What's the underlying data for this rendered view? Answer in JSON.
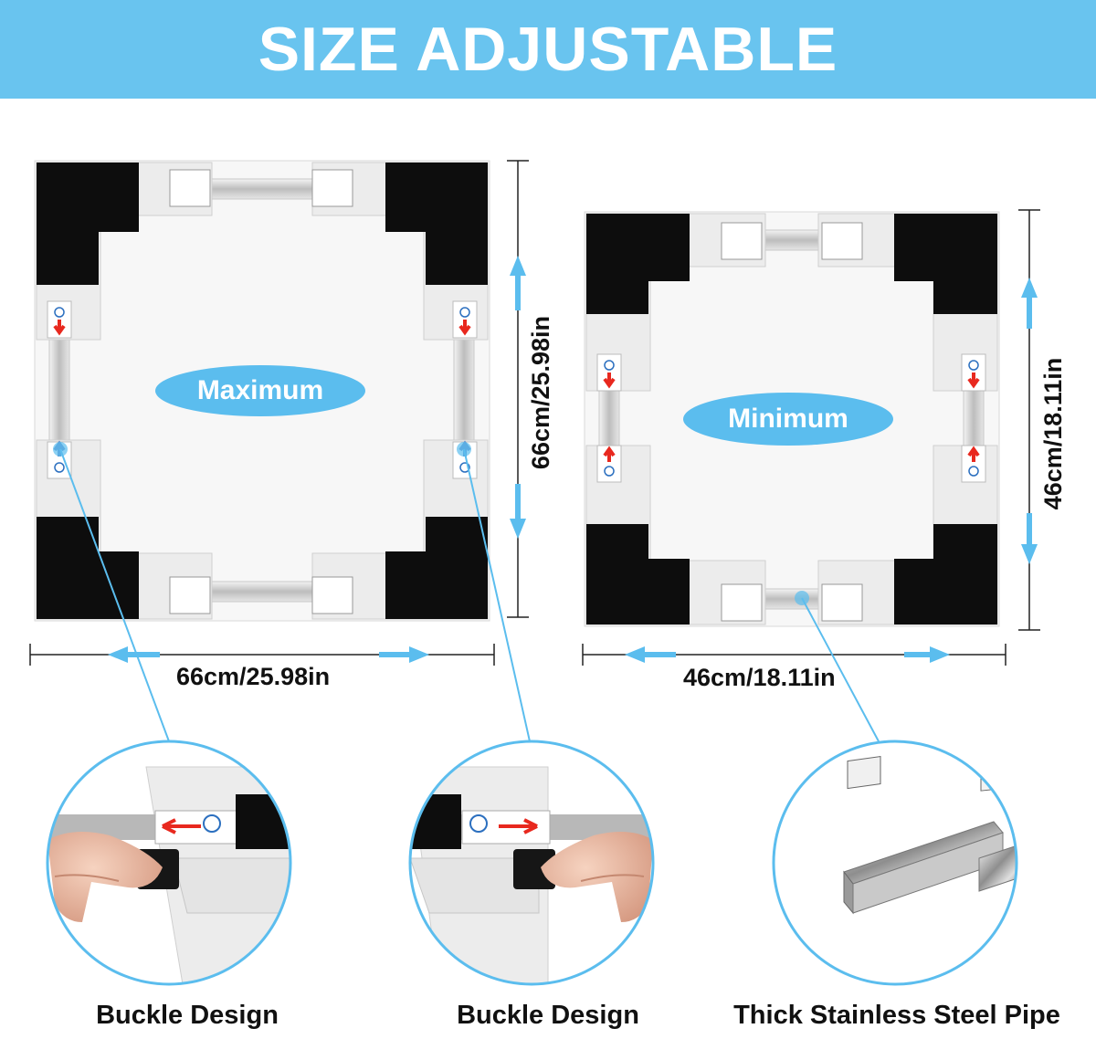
{
  "banner": {
    "title": "SIZE ADJUSTABLE",
    "color": "#69c4ef"
  },
  "max_frame": {
    "state_label": "Maximum",
    "width_label": "66cm/25.98in",
    "height_label": "66cm/25.98in"
  },
  "min_frame": {
    "state_label": "Minimum",
    "width_label": "46cm/18.11in",
    "height_label": "46cm/18.11in"
  },
  "details": [
    {
      "caption": "Buckle Design"
    },
    {
      "caption": "Buckle Design"
    },
    {
      "caption": "Thick Stainless Steel Pipe"
    }
  ],
  "colors": {
    "accent": "#5bbdee",
    "arrow": "#e8281e",
    "foot": "#0d0d0d"
  },
  "icons": [
    "double-arrow-icon",
    "red-arrow-icon",
    "buckle-icon",
    "steel-pipe-icon"
  ]
}
